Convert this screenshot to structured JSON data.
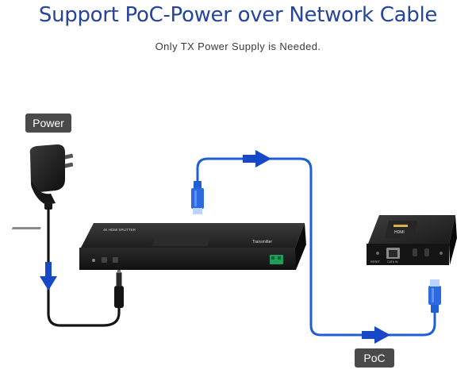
{
  "header": {
    "title": "Support PoC-Power over Network Cable",
    "subtitle": "Only TX Power Supply is Needed."
  },
  "labels": {
    "power": "Power",
    "poc": "PoC"
  },
  "transmitter": {
    "top_label": "4K HDMI SPLITTER",
    "side_label": "Transmitter"
  },
  "receiver": {
    "brand": "HDMI",
    "port_label": "CAT6 IN",
    "reset_label": "RESET"
  },
  "colors": {
    "title": "#24459a",
    "cable_blue": "#1f5fd6",
    "arrow_blue": "#1648c8",
    "device_dark": "#1c1c1c",
    "label_bg": "#4a4a4a"
  }
}
